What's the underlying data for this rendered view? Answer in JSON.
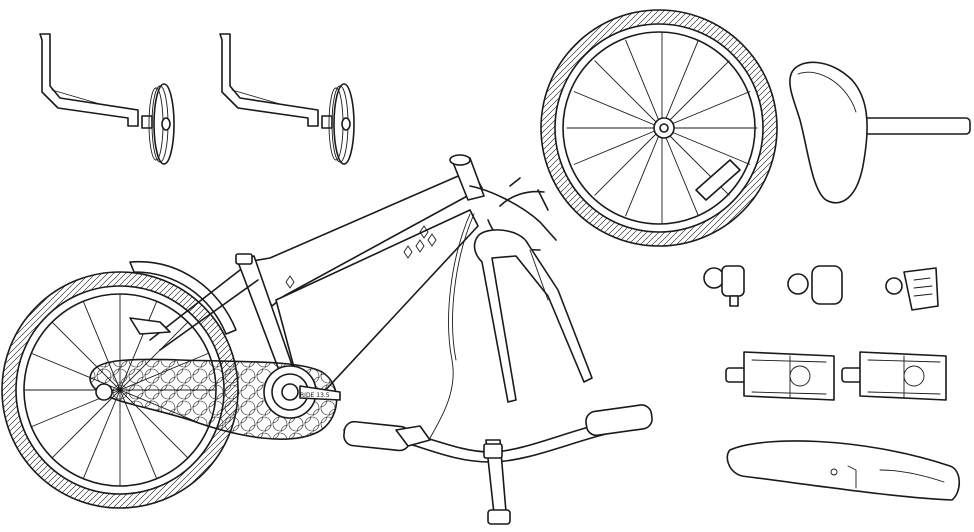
{
  "diagram": {
    "style": "black line art on white background",
    "stroke_color": "#1a1a1a",
    "background_color": "#ffffff",
    "parts": [
      {
        "icon": "training-wheel-icon",
        "count": 2
      },
      {
        "icon": "front-wheel-icon",
        "count": 1
      },
      {
        "icon": "saddle-icon",
        "count": 1
      },
      {
        "icon": "bicycle-frame-icon",
        "count": 1
      },
      {
        "icon": "fork-icon",
        "count": 1
      },
      {
        "icon": "handlebar-icon",
        "count": 1
      },
      {
        "icon": "reflector-icon",
        "count": 3
      },
      {
        "icon": "pedal-icon",
        "count": 2
      },
      {
        "icon": "mudguard-icon",
        "count": 1
      }
    ],
    "chainguard_label": "RIDE 13.5"
  }
}
